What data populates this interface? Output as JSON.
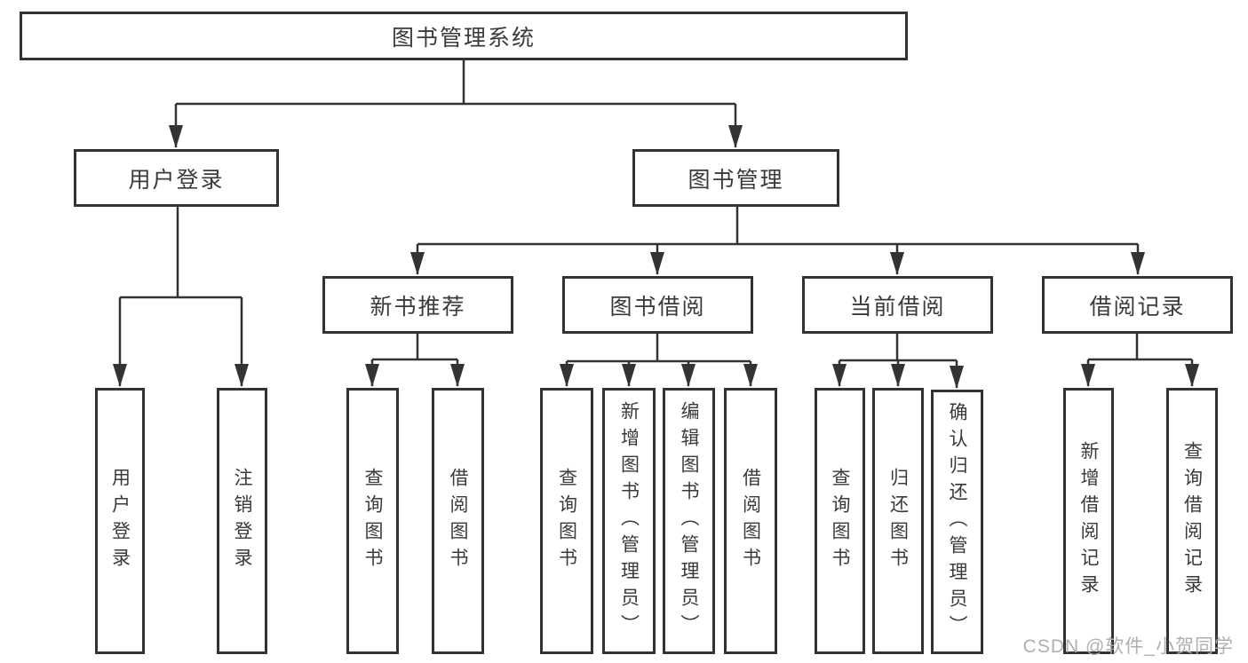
{
  "diagram": {
    "root": {
      "label": "图书管理系统"
    },
    "branches": [
      {
        "label": "用户登录",
        "children": [
          {
            "label": "用户登录"
          },
          {
            "label": "注销登录"
          }
        ]
      },
      {
        "label": "图书管理",
        "groups": [
          {
            "label": "新书推荐",
            "children": [
              {
                "label": "查询图书"
              },
              {
                "label": "借阅图书"
              }
            ]
          },
          {
            "label": "图书借阅",
            "children": [
              {
                "label": "查询图书"
              },
              {
                "label": "新增图书（管理员）"
              },
              {
                "label": "编辑图书（管理员）"
              },
              {
                "label": "借阅图书"
              }
            ]
          },
          {
            "label": "当前借阅",
            "children": [
              {
                "label": "查询图书"
              },
              {
                "label": "归还图书"
              },
              {
                "label": "确认归还（管理员）"
              }
            ]
          },
          {
            "label": "借阅记录",
            "children": [
              {
                "label": "新增借阅记录"
              },
              {
                "label": "查询借阅记录"
              }
            ]
          }
        ]
      }
    ]
  },
  "watermark": {
    "text": "CSDN @软件_小贺同学"
  },
  "colors": {
    "line": "#333333",
    "text": "#3a3a3a",
    "watermark": "#ababab",
    "background": "#ffffff"
  }
}
